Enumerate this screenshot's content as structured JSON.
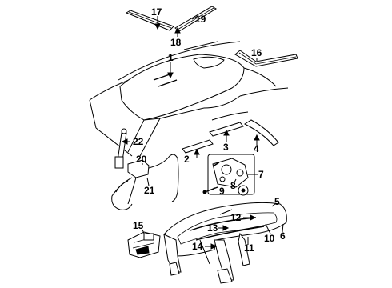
{
  "diagram": {
    "labels": [
      {
        "id": "17",
        "text": "17"
      },
      {
        "id": "18",
        "text": "18"
      },
      {
        "id": "19",
        "text": "19"
      },
      {
        "id": "1",
        "text": "1"
      },
      {
        "id": "16",
        "text": "16"
      },
      {
        "id": "22",
        "text": "22"
      },
      {
        "id": "3",
        "text": "3"
      },
      {
        "id": "4",
        "text": "4"
      },
      {
        "id": "20",
        "text": "20"
      },
      {
        "id": "2",
        "text": "2"
      },
      {
        "id": "7",
        "text": "7"
      },
      {
        "id": "8",
        "text": "8"
      },
      {
        "id": "9",
        "text": "9"
      },
      {
        "id": "21",
        "text": "21"
      },
      {
        "id": "5",
        "text": "5"
      },
      {
        "id": "12",
        "text": "12"
      },
      {
        "id": "13",
        "text": "13"
      },
      {
        "id": "10",
        "text": "10"
      },
      {
        "id": "6",
        "text": "6"
      },
      {
        "id": "15",
        "text": "15"
      },
      {
        "id": "14",
        "text": "14"
      },
      {
        "id": "11",
        "text": "11"
      }
    ]
  }
}
